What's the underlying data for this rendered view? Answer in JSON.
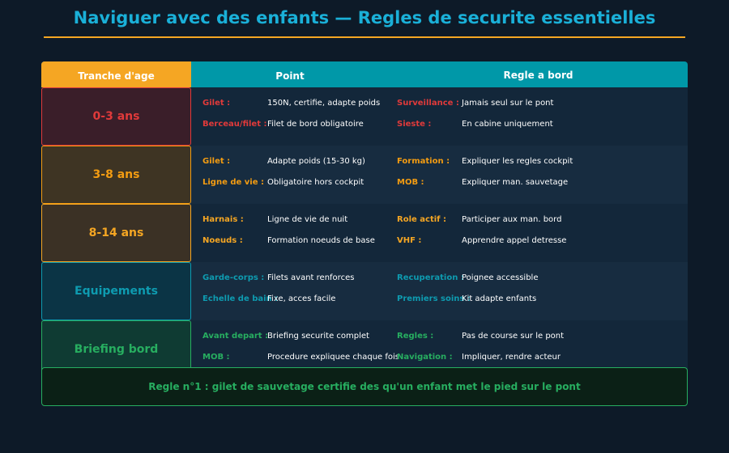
{
  "title": "Naviguer avec des enfants — Regles de securite essentielles",
  "colors": {
    "background": "#0d1a28",
    "title": "#1ab0d8",
    "accent_orange": "#f5a623",
    "teal": "#0098a8",
    "red": "#e03a3a",
    "green": "#27ae60"
  },
  "table": {
    "headers": {
      "age": "Tranche d'age",
      "point": "Point",
      "rule": "Regle a bord"
    },
    "rows": [
      {
        "age": "0-3 ans",
        "color": "#e03a3a",
        "cell_bg": "#3a1e29",
        "left": [
          {
            "key": "Gilet :",
            "value": "150N, certifie, adapte poids"
          },
          {
            "key": "Berceau/filet :",
            "value": "Filet de bord obligatoire"
          }
        ],
        "right": [
          {
            "key": "Surveillance :",
            "value": "Jamais seul sur le pont"
          },
          {
            "key": "Sieste :",
            "value": "En cabine uniquement"
          }
        ]
      },
      {
        "age": "3-8 ans",
        "color": "#f39c12",
        "cell_bg": "#3e3423",
        "left": [
          {
            "key": "Gilet :",
            "value": "Adapte poids (15-30 kg)"
          },
          {
            "key": "Ligne de vie :",
            "value": "Obligatoire hors cockpit"
          }
        ],
        "right": [
          {
            "key": "Formation :",
            "value": "Expliquer les regles cockpit"
          },
          {
            "key": "MOB :",
            "value": "Expliquer man. sauvetage"
          }
        ]
      },
      {
        "age": "8-14 ans",
        "color": "#f5a623",
        "cell_bg": "#3b3125",
        "left": [
          {
            "key": "Harnais :",
            "value": "Ligne de vie de nuit"
          },
          {
            "key": "Noeuds :",
            "value": "Formation noeuds de base"
          }
        ],
        "right": [
          {
            "key": "Role actif :",
            "value": "Participer aux man. bord"
          },
          {
            "key": "VHF :",
            "value": "Apprendre appel detresse"
          }
        ]
      },
      {
        "age": "Equipements",
        "color": "#0e9bb0",
        "cell_bg": "#0b3445",
        "left": [
          {
            "key": "Garde-corps :",
            "value": "Filets avant renforces"
          },
          {
            "key": "Echelle de bain :",
            "value": "Fixe, acces facile"
          }
        ],
        "right": [
          {
            "key": "Recuperation :",
            "value": "Poignee accessible"
          },
          {
            "key": "Premiers soins :",
            "value": "Kit adapte enfants"
          }
        ]
      },
      {
        "age": "Briefing bord",
        "color": "#27ae60",
        "cell_bg": "#0f3b33",
        "left": [
          {
            "key": "Avant depart :",
            "value": "Briefing securite complet"
          },
          {
            "key": "MOB :",
            "value": "Procedure expliquee chaque fois"
          }
        ],
        "right": [
          {
            "key": "Regles :",
            "value": "Pas de course sur le pont"
          },
          {
            "key": "Navigation :",
            "value": "Impliquer, rendre acteur"
          }
        ]
      }
    ]
  },
  "footer": "Regle n°1 : gilet de sauvetage certifie des qu'un enfant met le pied sur le pont"
}
